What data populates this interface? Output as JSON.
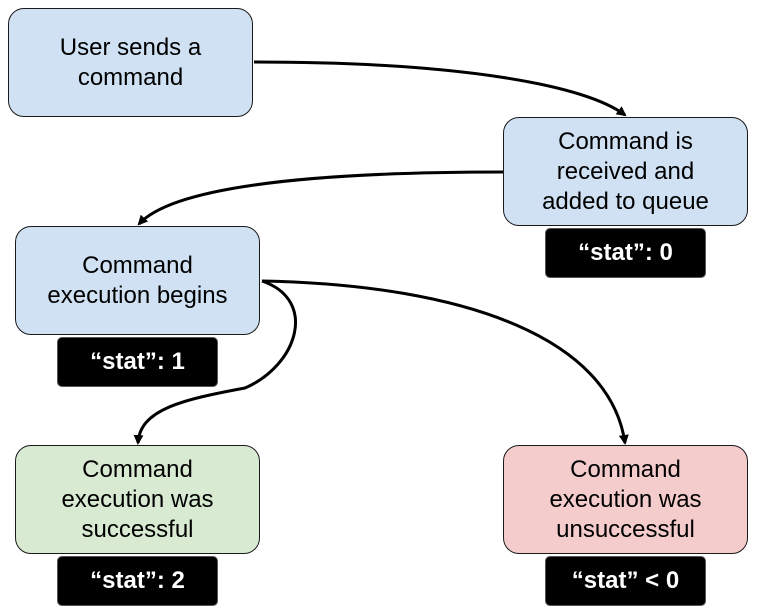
{
  "colors": {
    "blue_node": "#cfe1f3",
    "green_node": "#d9ead3",
    "red_node": "#f4cccc",
    "badge_bg": "#000000",
    "badge_text": "#ffffff",
    "arrow": "#000000"
  },
  "nodes": {
    "send": {
      "text": "User sends a\ncommand"
    },
    "receive": {
      "text": "Command is\nreceived and\nadded to queue"
    },
    "exec": {
      "text": "Command\nexecution begins"
    },
    "success": {
      "text": "Command\nexecution was\nsuccessful"
    },
    "fail": {
      "text": "Command\nexecution was\nunsuccessful"
    }
  },
  "badges": {
    "receive": "“stat”: 0",
    "exec": "“stat”: 1",
    "success": "“stat”: 2",
    "fail": "“stat” < 0"
  }
}
